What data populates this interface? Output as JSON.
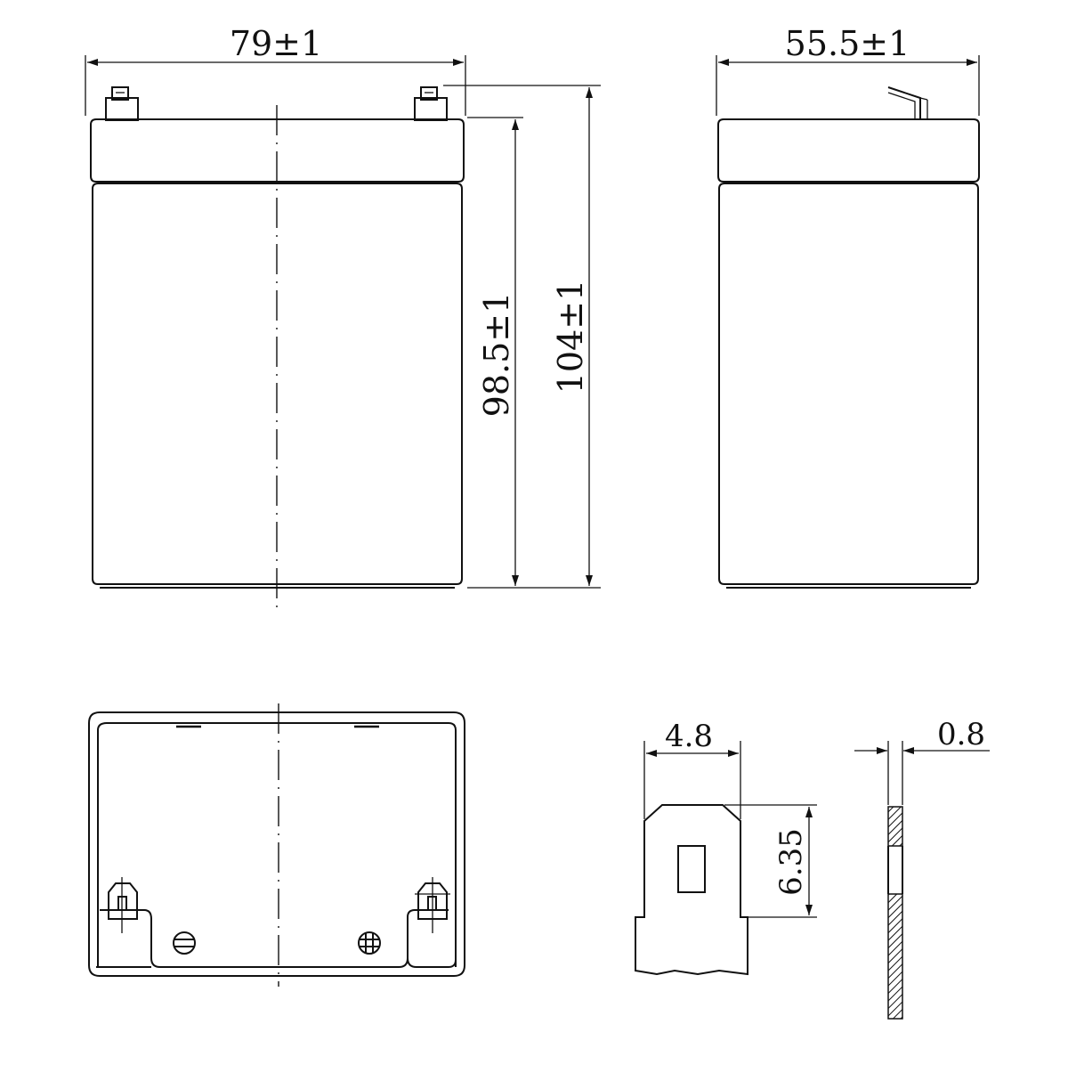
{
  "dimensions": {
    "front_width": "79±1",
    "side_width": "55.5±1",
    "container_height": "98.5±1",
    "total_height": "104±1",
    "terminal_width": "4.8",
    "terminal_height": "6.35",
    "terminal_thickness": "0.8"
  },
  "colors": {
    "line": "#111111",
    "background": "#ffffff"
  }
}
